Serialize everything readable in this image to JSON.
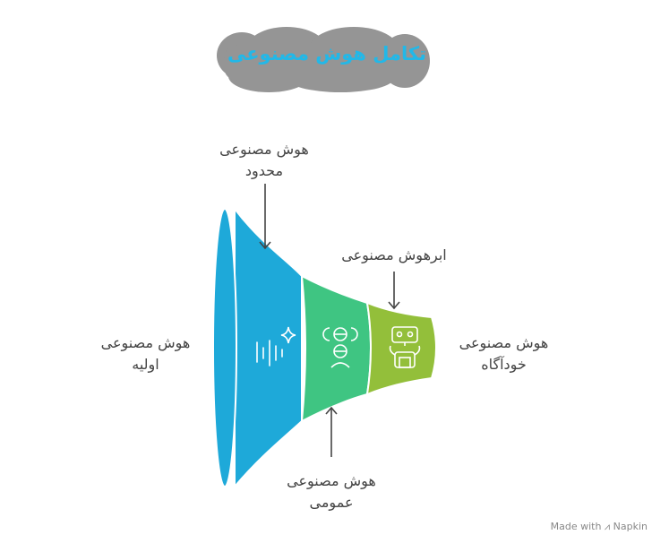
{
  "title": "تکامل هوش مصنوعی",
  "stages": [
    {
      "label_line1": "هوش مصنوعی",
      "label_line2": "اولیه",
      "icon": "audio-sparkle-icon",
      "color": "#1ea9d9"
    },
    {
      "label_line1": "هوش مصنوعی",
      "label_line2": "محدود",
      "icon": "arrow-down-icon"
    },
    {
      "label_line1": "هوش مصنوعی",
      "label_line2": "عمومی",
      "icon": "people-icon",
      "color": "#3fc582"
    },
    {
      "label_line1": "ابرهوش مصنوعی",
      "label_line2": "",
      "icon": "arrow-down-icon"
    },
    {
      "label_line1": "هوش مصنوعی",
      "label_line2": "خودآگاه",
      "icon": "robot-icon",
      "color": "#93bf3a"
    }
  ],
  "credit": "Made with ⩘ Napkin",
  "cloud_color": "#959595"
}
